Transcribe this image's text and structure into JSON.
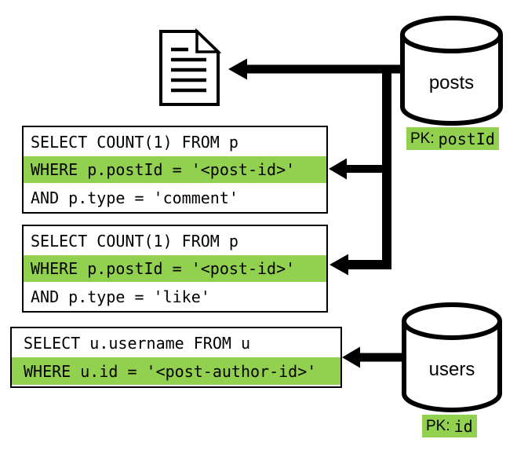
{
  "diagram_title": "",
  "colors": {
    "highlight_green": "#92d050",
    "stroke": "#000000",
    "background": "#ffffff"
  },
  "icons": {
    "document": "document-icon",
    "posts_database": "database-cylinder-icon",
    "users_database": "database-cylinder-icon",
    "arrows": "left-arrow-connector"
  },
  "queries": [
    {
      "name": "comment-count-query",
      "lines": [
        {
          "text": "SELECT COUNT(1) FROM p",
          "highlight": false
        },
        {
          "text": "WHERE p.postId = '<post-id>'",
          "highlight": true
        },
        {
          "text": "AND p.type = 'comment'",
          "highlight": false
        }
      ]
    },
    {
      "name": "like-count-query",
      "lines": [
        {
          "text": "SELECT COUNT(1) FROM p",
          "highlight": false
        },
        {
          "text": "WHERE p.postId = '<post-id>'",
          "highlight": true
        },
        {
          "text": "AND p.type = 'like'",
          "highlight": false
        }
      ]
    },
    {
      "name": "username-query",
      "lines": [
        {
          "text": "SELECT u.username FROM u",
          "highlight": false
        },
        {
          "text": "WHERE u.id = '<post-author-id>'",
          "highlight": true
        }
      ]
    }
  ],
  "databases": [
    {
      "name": "posts",
      "pk_label": "PK:",
      "pk_value": "postId"
    },
    {
      "name": "users",
      "pk_label": "PK:",
      "pk_value": "id"
    }
  ]
}
